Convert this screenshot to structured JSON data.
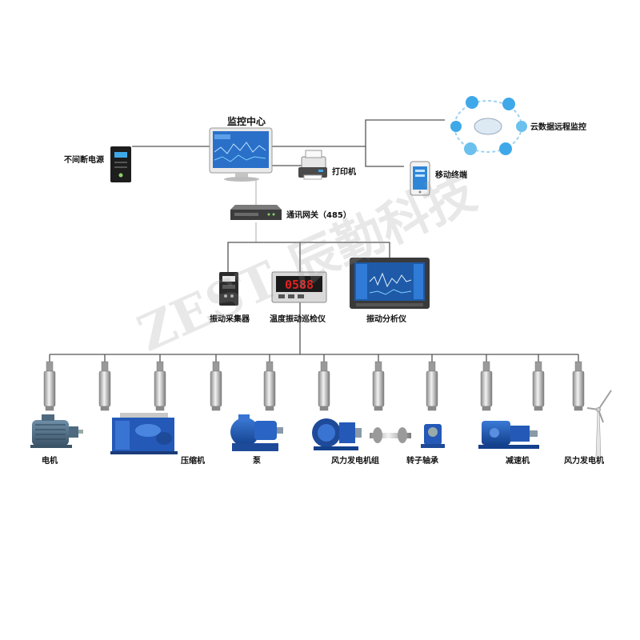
{
  "center": {
    "label": "监控中心"
  },
  "ups": {
    "label": "不间断电源"
  },
  "printer": {
    "label": "打印机"
  },
  "cloud": {
    "label": "云数据远程监控"
  },
  "mobile": {
    "label": "移动终端"
  },
  "gateway": {
    "label": "通讯网关（485）"
  },
  "instruments": [
    {
      "id": "collector",
      "label": "振动采集器"
    },
    {
      "id": "inspector",
      "label": "温度振动巡检仪",
      "display": "0588"
    },
    {
      "id": "analyzer",
      "label": "振动分析仪"
    }
  ],
  "equipment": [
    {
      "id": "motor",
      "label": "电机"
    },
    {
      "id": "compressor",
      "label": "压缩机"
    },
    {
      "id": "pump",
      "label": "泵"
    },
    {
      "id": "wind-generator-set",
      "label": "风力发电机组"
    },
    {
      "id": "rotor-bearing",
      "label": "转子轴承"
    },
    {
      "id": "reducer",
      "label": "减速机"
    },
    {
      "id": "wind-turbine",
      "label": "风力发电机"
    }
  ],
  "watermark": "ZEST 辰勤科技",
  "colors": {
    "line": "#555555",
    "accent": "#1f5fbf",
    "screen": "#2a70c8",
    "led": "#e02020"
  }
}
